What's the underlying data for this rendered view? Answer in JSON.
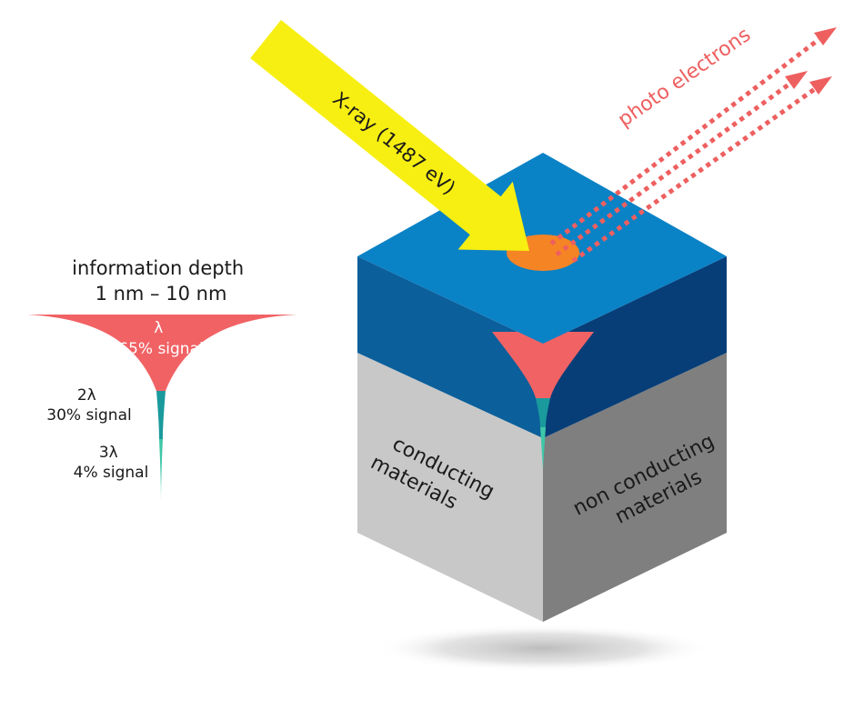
{
  "info_depth": {
    "title_line1": "information depth",
    "title_line2": "1 nm – 10 nm",
    "layers": [
      {
        "symbol": "λ",
        "signal": "65% signal",
        "color": "#f16264"
      },
      {
        "symbol": "2λ",
        "signal": "30% signal",
        "color": "#1a9a9d"
      },
      {
        "symbol": "3λ",
        "signal": "4% signal",
        "color": "#3fc7a8"
      }
    ]
  },
  "xray": {
    "label": "X-ray (1487 eV)",
    "color": "#f7ef12"
  },
  "photoelectrons": {
    "label": "photo electrons",
    "color": "#ee5f5f"
  },
  "cube": {
    "left_face_label_line1": "conducting",
    "left_face_label_line2": "materials",
    "right_face_label_line1": "non conducting",
    "right_face_label_line2": "materials",
    "colors": {
      "top": "#0a82c6",
      "layer_left": "#0b5f9a",
      "layer_right": "#073e78",
      "substrate_left": "#c8c8c8",
      "substrate_right": "#7f7f7f",
      "spot": "#f58424"
    }
  }
}
